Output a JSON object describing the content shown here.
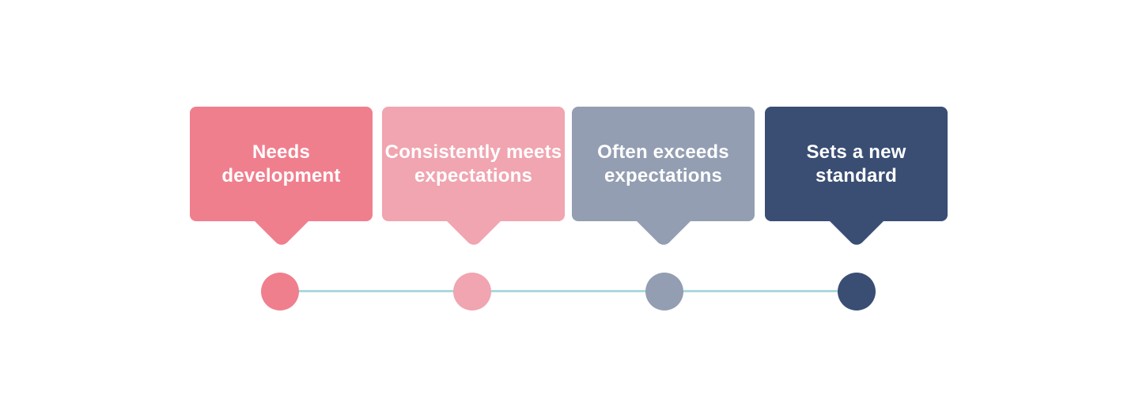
{
  "diagram": {
    "type": "rating-scale-timeline",
    "background_color": "#ffffff",
    "text_color": "#ffffff",
    "line_color": "#aadadd",
    "items": [
      {
        "label": "Needs development",
        "lines": [
          "Needs",
          "development"
        ],
        "color": "#f07f8e"
      },
      {
        "label": "Consistently meets expectations",
        "lines": [
          "Consistently meets",
          "expectations"
        ],
        "color": "#f0a5b0"
      },
      {
        "label": "Often exceeds expectations",
        "lines": [
          "Often exceeds",
          "expectations"
        ],
        "color": "#939eb2"
      },
      {
        "label": "Sets a new standard",
        "lines": [
          "Sets a new",
          "standard"
        ],
        "color": "#3a4e74"
      }
    ]
  }
}
